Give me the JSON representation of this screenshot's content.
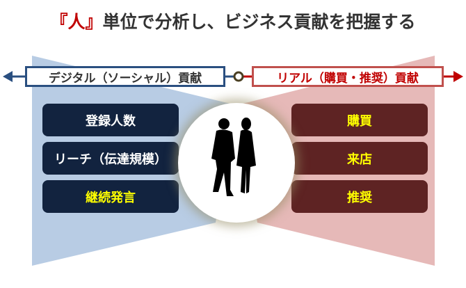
{
  "title": {
    "prefix": "『",
    "highlight": "人",
    "suffix_bracket": "』",
    "rest": "単位で分析し、ビジネス貢献を把握する"
  },
  "left": {
    "label": "デジタル（ソーシャル）貢献",
    "items": [
      "登録人数",
      "リーチ（伝達規模）",
      "継続発言"
    ],
    "color": "#2a4f80"
  },
  "right": {
    "label": "リアル（購買・推奨）貢献",
    "items": [
      "購買",
      "来店",
      "推奨"
    ],
    "color": "#c00000"
  },
  "center": {
    "icon": "people-silhouette-icon"
  }
}
